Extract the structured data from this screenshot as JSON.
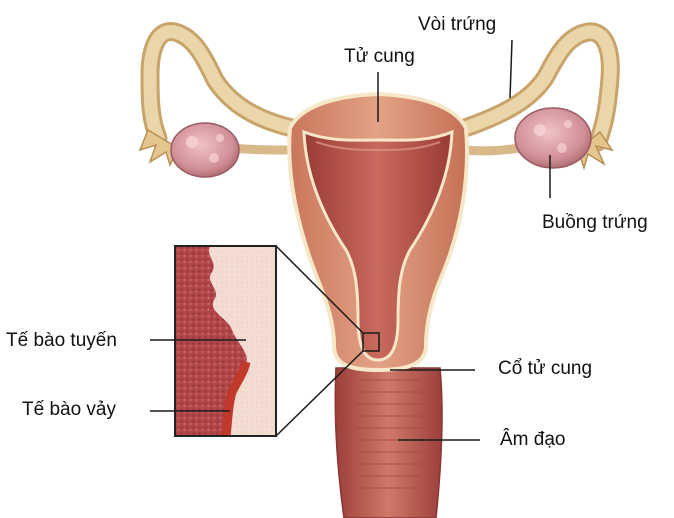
{
  "labels": {
    "uterus": "Tử cung",
    "fallopian_tube": "Vòi trứng",
    "ovary": "Buồng trứng",
    "glandular_cells": "Tế bào tuyến",
    "squamous_cells": "Tế bào vảy",
    "cervix": "Cổ tử cung",
    "vagina": "Âm đạo"
  },
  "colors": {
    "uterus_wall": "#d98d6e",
    "uterus_inner": "#b4554a",
    "tube": "#e6cf9e",
    "ovary": "#d79aa0",
    "vagina": "#b85a4e",
    "inset_tissue": "#b2474a",
    "inset_bg": "#f3d9cf"
  }
}
